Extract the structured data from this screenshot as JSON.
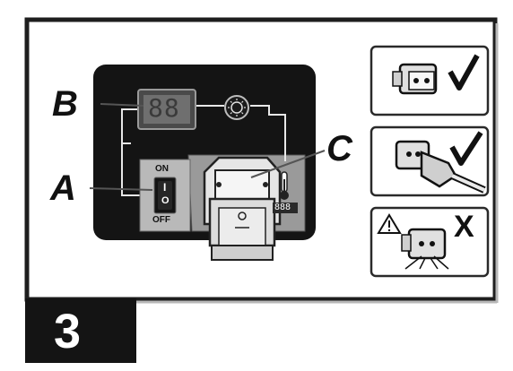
{
  "step": {
    "number": "3"
  },
  "callouts": {
    "a": "A",
    "b": "B",
    "c": "C"
  },
  "power_switch": {
    "on_label": "ON",
    "off_label": "OFF",
    "symbol_on": "I",
    "symbol_off": "O"
  },
  "display": {
    "digits": "88"
  },
  "temp_display": {
    "digits": "888"
  },
  "connector_panels": [
    {
      "status": "correct",
      "mark": "✓",
      "icon": "connector-socket-icon"
    },
    {
      "status": "correct",
      "mark": "✓",
      "icon": "connector-plugged-icon"
    },
    {
      "status": "incorrect",
      "mark": "X",
      "icon": "connector-broken-icon",
      "warning_icon": "warning-triangle-icon"
    }
  ],
  "colors": {
    "panel_black": "#141414",
    "panel_grey": "#8a8a8a",
    "display_grey": "#6f6f6f",
    "box_border": "#2a2a2a"
  }
}
